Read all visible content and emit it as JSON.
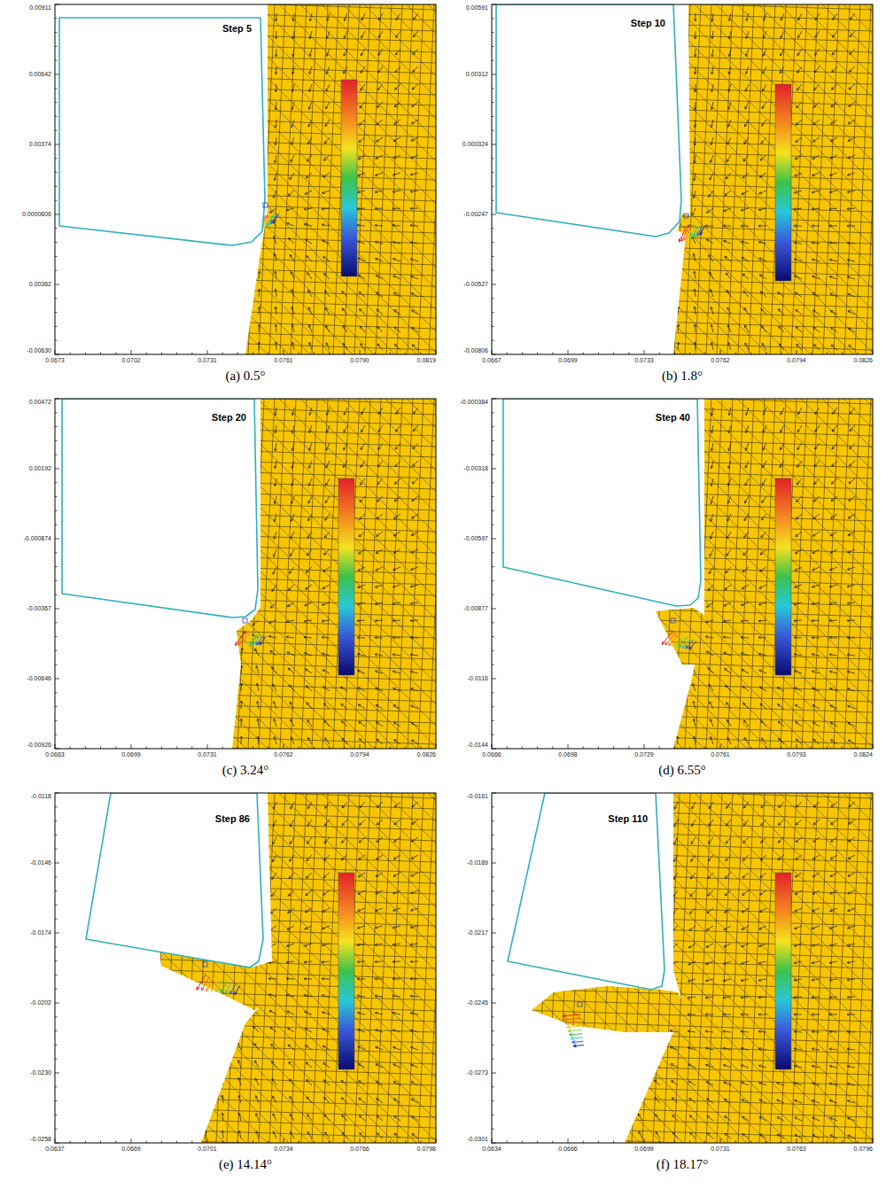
{
  "diagram": {
    "labels": [
      "Step 5",
      "0.00911",
      "0.00642",
      "0.00374",
      "0.0000606",
      "0.00362",
      "-0.00630",
      "0.0673",
      "0.0702",
      "0.0731",
      "0.0761",
      "0.0790",
      "0.0819",
      "(a) 0.5°",
      "Step 10",
      "0.00591",
      "0.00312",
      "0.000324",
      "-0.00247",
      "-0.00527",
      "-0.00806",
      "0.0667",
      "0.0699",
      "0.0733",
      "0.0762",
      "0.0794",
      "0.0826",
      "(b) 1.8°",
      "Step 20",
      "0.00472",
      "0.00192",
      "-0.000874",
      "-0.00367",
      "-0.00646",
      "-0.00926",
      "0.0663",
      "0.0699",
      "0.0731",
      "0.0762",
      "0.0794",
      "0.0826",
      "(c) 3.24°",
      "Step 40",
      "-0.000384",
      "-0.00318",
      "-0.00597",
      "-0.00877",
      "-0.0116",
      "-0.0144",
      "0.0666",
      "0.0698",
      "0.0729",
      "0.0761",
      "0.0793",
      "0.0824",
      "(d) 6.55°",
      "Step 86",
      "-0.0118",
      "-0.0146",
      "-0.0174",
      "-0.0202",
      "-0.0230",
      "-0.0258",
      "0.0637",
      "0.0669",
      "0.0701",
      "0.0734",
      "0.0766",
      "0.0798",
      "(e) 14.14°",
      "Step 110",
      "-0.0161",
      "-0.0189",
      "-0.0217",
      "-0.0245",
      "-0.0273",
      "-0.0301",
      "0.0634",
      "0.0666",
      "0.0699",
      "0.0731",
      "0.0763",
      "0.0796",
      "(f) 18.17°"
    ]
  }
}
